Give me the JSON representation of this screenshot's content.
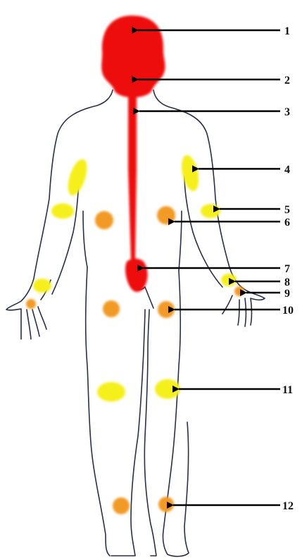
{
  "colors": {
    "red": "#ee1111",
    "yellow": "#f5ef1a",
    "orange": "#f29a26",
    "outline": "#2a2f4a",
    "arrow": "#000000"
  },
  "labels": [
    {
      "id": "1",
      "text": "1"
    },
    {
      "id": "2",
      "text": "2"
    },
    {
      "id": "3",
      "text": "3"
    },
    {
      "id": "4",
      "text": "4"
    },
    {
      "id": "5",
      "text": "5"
    },
    {
      "id": "6",
      "text": "6"
    },
    {
      "id": "7",
      "text": "7"
    },
    {
      "id": "8",
      "text": "8"
    },
    {
      "id": "9",
      "text": "9"
    },
    {
      "id": "10",
      "text": "10"
    },
    {
      "id": "11",
      "text": "11"
    },
    {
      "id": "12",
      "text": "12"
    }
  ]
}
